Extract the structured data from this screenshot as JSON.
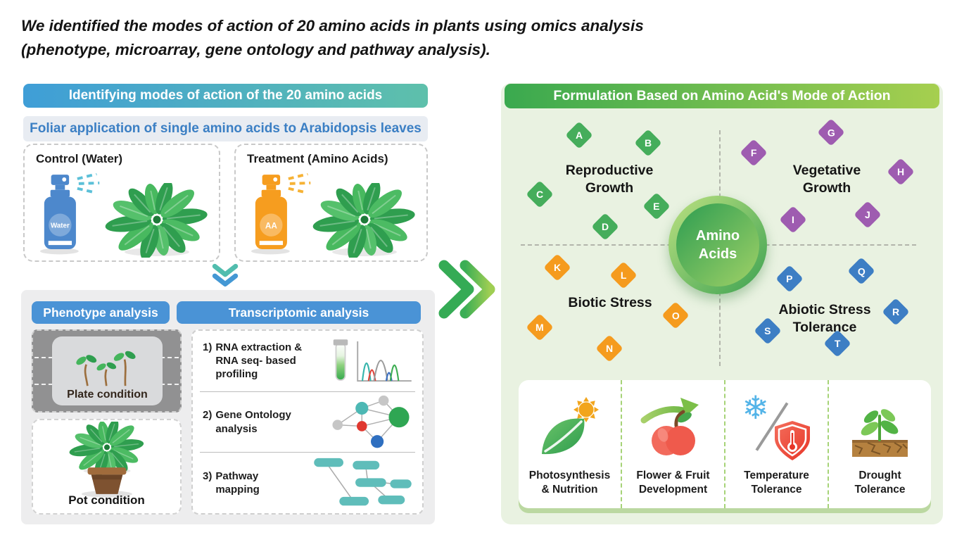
{
  "title": {
    "line1": "We identified the modes of action of 20 amino acids in plants using omics analysis",
    "line2": "(phenotype, microarray, gene ontology and pathway analysis)."
  },
  "left_panel": {
    "header": "Identifying modes of action of the 20 amino acids",
    "subheader": "Foliar application of single amino acids to Arabidopsis leaves",
    "control": {
      "label": "Control (Water)",
      "bottle": "Water"
    },
    "treatment": {
      "label": "Treatment (Amino Acids)",
      "bottle": "AA"
    },
    "phenotype": {
      "header": "Phenotype analysis",
      "plate": "Plate condition",
      "pot": "Pot condition"
    },
    "transcriptomic": {
      "header": "Transcriptomic analysis",
      "steps": [
        {
          "num": "1)",
          "lines": [
            "RNA extraction &",
            "RNA seq- based",
            "profiling"
          ]
        },
        {
          "num": "2)",
          "lines": [
            "Gene Ontology",
            "analysis"
          ]
        },
        {
          "num": "3)",
          "lines": [
            "Pathway",
            "mapping"
          ]
        }
      ]
    }
  },
  "right_panel": {
    "header": "Formulation Based on Amino Acid's Mode of Action",
    "center": {
      "line1": "Amino",
      "line2": "Acids"
    },
    "quadrants": [
      {
        "name": "reproductive-growth",
        "line1": "Reproductive",
        "line2": "Growth",
        "color": "#45ad5b",
        "letters": [
          "A",
          "B",
          "C",
          "D",
          "E"
        ]
      },
      {
        "name": "vegetative-growth",
        "line1": "Vegetative",
        "line2": "Growth",
        "color": "#9e5cb0",
        "letters": [
          "F",
          "G",
          "H",
          "I",
          "J"
        ]
      },
      {
        "name": "biotic-stress",
        "line1": "Biotic Stress",
        "line2": "",
        "color": "#f59b1e",
        "letters": [
          "K",
          "L",
          "M",
          "N",
          "O"
        ]
      },
      {
        "name": "abiotic-stress-tolerance",
        "line1": "Abiotic Stress",
        "line2": "Tolerance",
        "color": "#3d7ec4",
        "letters": [
          "P",
          "Q",
          "R",
          "S",
          "T"
        ]
      }
    ],
    "benefits": [
      {
        "line1": "Photosynthesis",
        "line2": "& Nutrition",
        "icon": "leaf-sun-icon"
      },
      {
        "line1": "Flower & Fruit",
        "line2": "Development",
        "icon": "apple-growth-arrow-icon"
      },
      {
        "line1": "Temperature",
        "line2": "Tolerance",
        "icon": "snowflake-shield-thermometer-icon"
      },
      {
        "line1": "Drought",
        "line2": "Tolerance",
        "icon": "sprout-cracked-soil-icon"
      }
    ]
  },
  "colors": {
    "left_header_gradient_start": "#3f9ed7",
    "left_header_gradient_end": "#5ec0ab",
    "right_header_gradient_start": "#3aa94f",
    "right_header_gradient_end": "#a6cf4f",
    "section_header_blue": "#4a93d6",
    "subheader_text_blue": "#3b7fc4",
    "right_panel_bg": "#e9f2e1",
    "reproductive_diamond": "#45ad5b",
    "vegetative_diamond": "#9e5cb0",
    "biotic_diamond": "#f59b1e",
    "abiotic_diamond": "#3d7ec4",
    "control_bottle": "#4d88cc",
    "control_spray": "#5cc0d8",
    "treatment_bottle": "#f69d1f",
    "treatment_spray": "#f6b235"
  }
}
